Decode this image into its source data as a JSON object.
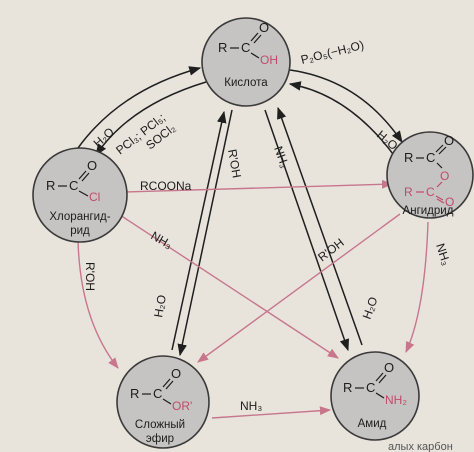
{
  "colors": {
    "background": "#e8e4dc",
    "node_fill": "#c6c4c2",
    "arrow_dark": "#1f1f1f",
    "arrow_pink": "#c8768c",
    "accent_pink": "#c24a6b"
  },
  "nodes": {
    "acid": {
      "formula_r": "R",
      "formula_c": "C",
      "formula_o": "O",
      "formula_oh": "OH",
      "name": "Кислота"
    },
    "chloride": {
      "formula_r": "R",
      "formula_c": "C",
      "formula_o": "O",
      "formula_cl": "Cl",
      "name_line1": "Хлорангид-",
      "name_line2": "рид"
    },
    "anhydride": {
      "formula_r": "R",
      "formula_c": "C",
      "formula_o_top": "O",
      "formula_o_mid": "O",
      "formula_r2": "R",
      "formula_c2": "C",
      "formula_o_bot": "O",
      "name": "Ангидрид"
    },
    "ester": {
      "formula_r": "R",
      "formula_c": "C",
      "formula_o": "O",
      "formula_or": "OR'",
      "name_line1": "Сложный",
      "name_line2": "эфир"
    },
    "amide": {
      "formula_r": "R",
      "formula_c": "C",
      "formula_o": "O",
      "formula_nh2": "NH₂",
      "name": "Амид"
    }
  },
  "reagents": {
    "acid_to_anhydride": "P₂O₅(−H₂O)",
    "anhydride_to_acid": "H₂O",
    "chloride_to_acid": "H₂O",
    "acid_to_chloride": "PCl₃; PCl₅;",
    "acid_to_chloride_2": "SOCl₂",
    "chloride_to_anhydride": "RCOONa",
    "chloride_to_amide": "NH₃",
    "chloride_to_ester": "R'OH",
    "acid_to_ester": "R'OH",
    "ester_to_acid": "H₂O",
    "acid_to_amide": "NH₃",
    "amide_to_acid": "H₂O",
    "anhydride_to_ester": "R'OH",
    "anhydride_to_amide": "NH₃",
    "ester_to_amide": "NH₃"
  },
  "footer_fragment": "алых карбон"
}
